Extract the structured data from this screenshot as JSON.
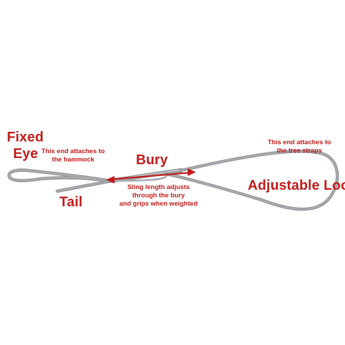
{
  "labels": {
    "fixed_eye": [
      "Fixed",
      "Eye"
    ],
    "tail": "Tail",
    "bury": "Bury",
    "adjustable_loop": "Adjustable Loop",
    "hammock_note": [
      "This end attaches to",
      "the hammock"
    ],
    "tree_note": [
      "This end attaches to",
      "the tree straps"
    ],
    "sling_note": [
      "Sling length adjusts",
      "through the bury",
      "and grips when weighted"
    ]
  },
  "colors": {
    "label": "#c21a1a",
    "rope": "#a7a9ad",
    "rope_shadow": "#7e8085",
    "rope_highlight": "#d9dadc",
    "background": "#ffffff"
  },
  "icons": {
    "sling_arrow": "double-headed-arrow-icon"
  }
}
